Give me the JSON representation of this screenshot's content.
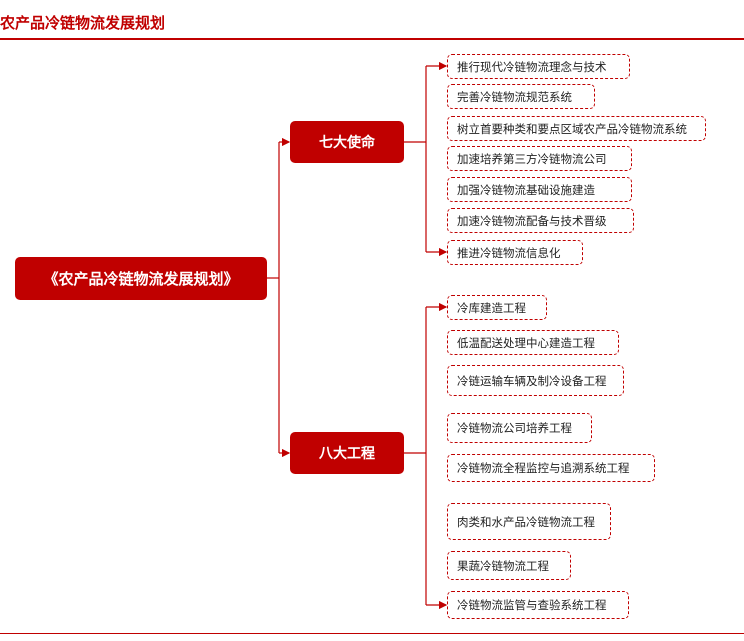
{
  "header": {
    "title": "农产品冷链物流发展规划"
  },
  "root": {
    "label": "《农产品冷链物流发展规划》"
  },
  "branches": [
    {
      "label": "七大使命",
      "items": [
        "推行现代冷链物流理念与技术",
        "完善冷链物流规范系统",
        "树立首要种类和要点区域农产品冷链物流系统",
        "加速培养第三方冷链物流公司",
        "加强冷链物流基础设施建造",
        "加速冷链物流配备与技术晋级",
        "推进冷链物流信息化"
      ]
    },
    {
      "label": "八大工程",
      "items": [
        "冷库建造工程",
        "低温配送处理中心建造工程",
        "冷链运输车辆及制冷设备工程",
        "冷链物流公司培养工程",
        "冷链物流全程监控与追溯系统工程",
        "肉类和水产品冷链物流工程",
        "果蔬冷链物流工程",
        "冷链物流监管与查验系统工程"
      ]
    }
  ],
  "colors": {
    "accent": "#c00000"
  }
}
